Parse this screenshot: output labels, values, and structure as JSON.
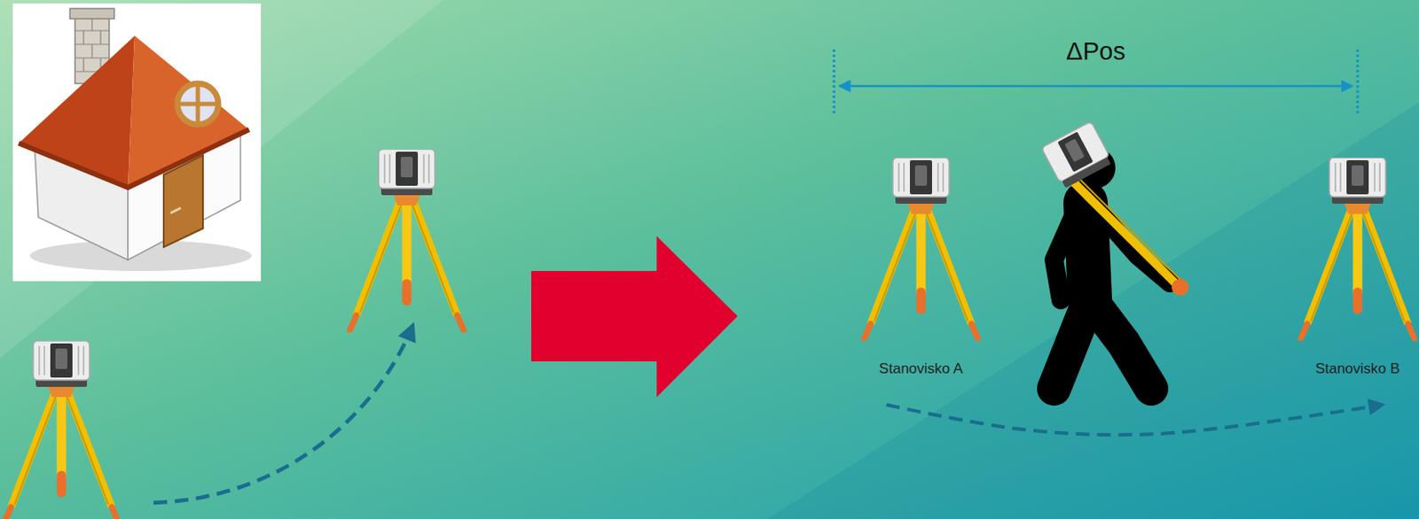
{
  "diagram": {
    "nodes": [
      {
        "text": [
          "Stanovisko A"
        ]
      },
      {
        "text": [
          "Stanovisko B"
        ]
      }
    ],
    "edges": [
      {
        "from": 0,
        "to": 1,
        "arrow": "to"
      }
    ],
    "labels": [
      "ΔPos"
    ]
  }
}
